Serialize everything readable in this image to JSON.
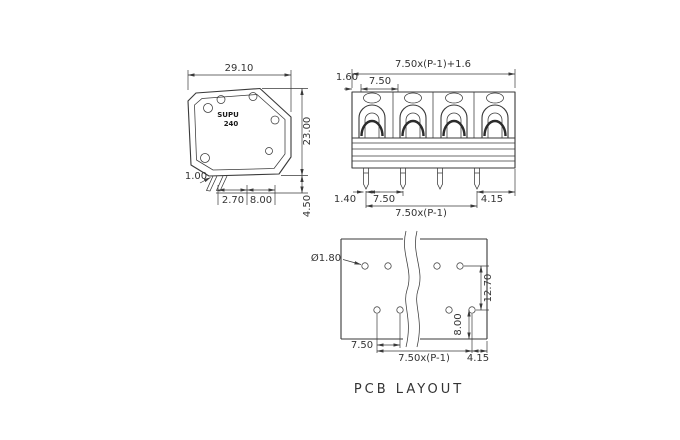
{
  "side_view": {
    "brand_line1": "SUPU",
    "brand_line2": "240",
    "dim_width": "29.10",
    "dim_height": "23.00",
    "dim_pin_offset": "1.00",
    "dim_pin_gap": "2.70",
    "dim_pin_to_edge": "8.00",
    "dim_pin_length": "4.50"
  },
  "front_view": {
    "dim_total_width": "7.50x(P-1)+1.6",
    "dim_end_margin": "1.60",
    "dim_pitch_top": "7.50",
    "dim_pin_width": "1.40",
    "dim_pitch_bottom": "7.50",
    "dim_last_to_edge": "4.15",
    "dim_span": "7.50x(P-1)"
  },
  "pcb_layout": {
    "dim_hole_diameter": "Ø1.80",
    "dim_row_spacing": "12.70",
    "dim_row_to_edge": "8.00",
    "dim_pitch": "7.50",
    "dim_span": "7.50x(P-1)",
    "dim_last_to_edge": "4.15",
    "caption": "PCB LAYOUT"
  }
}
